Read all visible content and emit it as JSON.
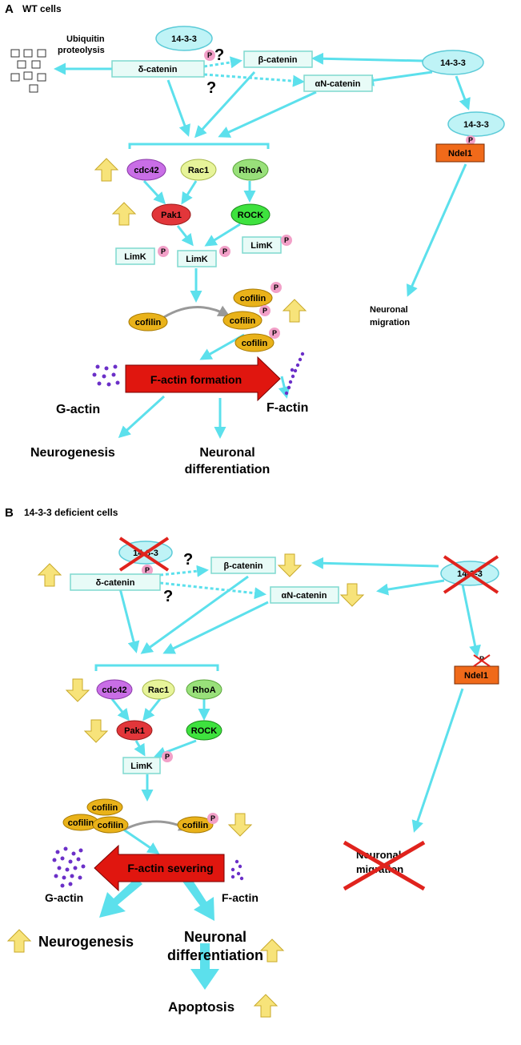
{
  "panelA": {
    "letter": "A",
    "title": "WT cells",
    "ubiquitin_l1": "Ubiquitin",
    "ubiquitin_l2": "proteolysis",
    "node_1433_delta": "14-3-3",
    "node_1433_right": "14-3-3",
    "node_1433_ndel": "14-3-3",
    "p": "P",
    "q": "?",
    "delta_catenin": "δ-catenin",
    "beta_catenin": "β-catenin",
    "alphaN_catenin": "αN-catenin",
    "ndel1": "Ndel1",
    "neuronal_migration_l1": "Neuronal",
    "neuronal_migration_l2": "migration",
    "cdc42": "cdc42",
    "rac1": "Rac1",
    "rhoa": "RhoA",
    "pak1": "Pak1",
    "rock": "ROCK",
    "limk": "LimK",
    "cofilin": "cofilin",
    "f_actin_formation": "F-actin formation",
    "g_actin": "G-actin",
    "f_actin": "F-actin",
    "neurogenesis": "Neurogenesis",
    "neuronal_diff_l1": "Neuronal",
    "neuronal_diff_l2": "differentiation"
  },
  "panelB": {
    "letter": "B",
    "title": "14-3-3 deficient  cells",
    "node_1433_delta": "14-3-3",
    "node_1433_right": "14-3-3",
    "p": "P",
    "q": "?",
    "delta_catenin": "δ-catenin",
    "beta_catenin": "β-catenin",
    "alphaN_catenin": "αN-catenin",
    "ndel1": "Ndel1",
    "neuronal_migration_l1": "Neuronal",
    "neuronal_migration_l2": "migration",
    "cdc42": "cdc42",
    "rac1": "Rac1",
    "rhoa": "RhoA",
    "pak1": "Pak1",
    "rock": "ROCK",
    "limk": "LimK",
    "cofilin": "cofilin",
    "f_actin_severing": "F-actin severing",
    "g_actin": "G-actin",
    "f_actin": "F-actin",
    "neurogenesis": "Neurogenesis",
    "neuronal_diff_l1": "Neuronal",
    "neuronal_diff_l2": "differentiation",
    "apoptosis": "Apoptosis"
  },
  "colors": {
    "arrow": "#5ce0ec",
    "box_border": "#7fd9cf",
    "box_fill": "#e8fbf7",
    "oval_1433": "#bff3f6",
    "cdc42": "#c96ee6",
    "rac1": "#e7f49a",
    "rhoa": "#99e07a",
    "pak1": "#e2363a",
    "rock": "#3ee23e",
    "p_dot": "#f2a0c8",
    "cofilin": "#e9b21a",
    "ndel1": "#f06a1a",
    "big_arrow": "#e0160f",
    "yellow_arrow": "#f7e37a",
    "cross": "#e0231d",
    "dots": "#6b2fc8"
  }
}
